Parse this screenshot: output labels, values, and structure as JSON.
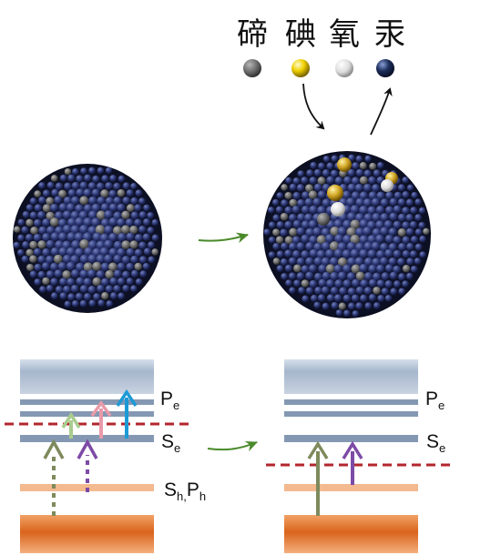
{
  "legend": {
    "items": [
      {
        "label": "碲",
        "color": "#5e5e5e"
      },
      {
        "label": "碘",
        "color": "#e6c200"
      },
      {
        "label": "氧",
        "color": "#e8e8e8"
      },
      {
        "label": "汞",
        "color": "#1d2f5c"
      }
    ]
  },
  "labels": {
    "pe_main": "P",
    "pe_sub": "e",
    "se_main": "S",
    "se_sub": "e",
    "shph_s": "S",
    "shph_s_sub": "h,",
    "shph_p": "P",
    "shph_p_sub": "h"
  },
  "colors": {
    "sphere_main": "#2c3570",
    "sphere_dopant": "#6e6e6e",
    "band_top": "#a4b5cb",
    "band_level": "#8598b3",
    "band_hole": "#f3b98f",
    "band_bottom": "#e0742a",
    "fermi_line": "#b3262e",
    "arrow_green": "#7e8a5c",
    "arrow_lightgreen": "#a9cc8e",
    "arrow_pink": "#e99aa9",
    "arrow_blue": "#1c9ad6",
    "arrow_purple": "#7d4aa6",
    "process_arrow": "#4a8a2a"
  }
}
